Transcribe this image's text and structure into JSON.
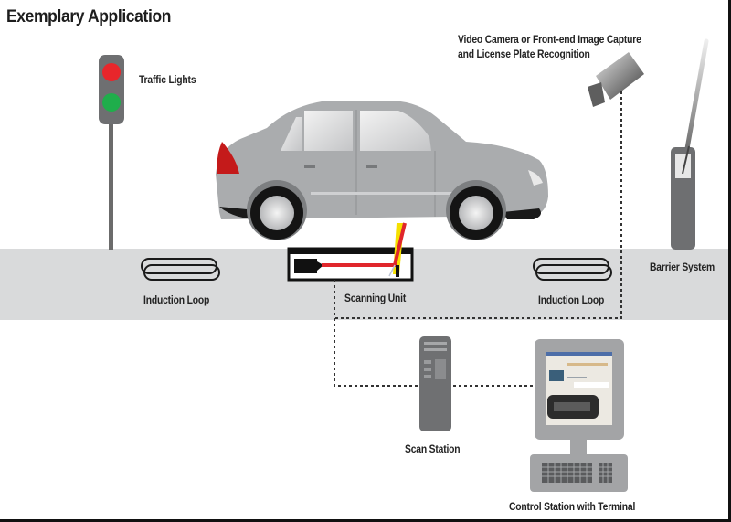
{
  "title": "Exemplary Application",
  "labels": {
    "traffic_lights": "Traffic Lights",
    "camera_line1": "Video Camera or Front-end Image Capture",
    "camera_line2": "and License Plate Recognition",
    "barrier_system": "Barrier System",
    "induction_loop_left": "Induction Loop",
    "scanning_unit": "Scanning Unit",
    "induction_loop_right": "Induction Loop",
    "scan_station": "Scan Station",
    "control_station": "Control Station with Terminal"
  },
  "icons": {
    "traffic_light": "traffic-light-icon",
    "camera": "video-camera-icon",
    "barrier": "barrier-gate-icon",
    "car": "car-icon",
    "scanner": "scanning-unit-icon",
    "loop": "induction-loop-icon",
    "scan_station": "server-tower-icon",
    "control_station": "computer-terminal-icon"
  },
  "colors": {
    "road": "#d9dadb",
    "light_red": "#e8262b",
    "light_green": "#1fae4b",
    "car_body": "#a9abad",
    "taillight": "#c41a1a",
    "beam_red": "#e0262b",
    "beam_yellow": "#f5e000"
  }
}
